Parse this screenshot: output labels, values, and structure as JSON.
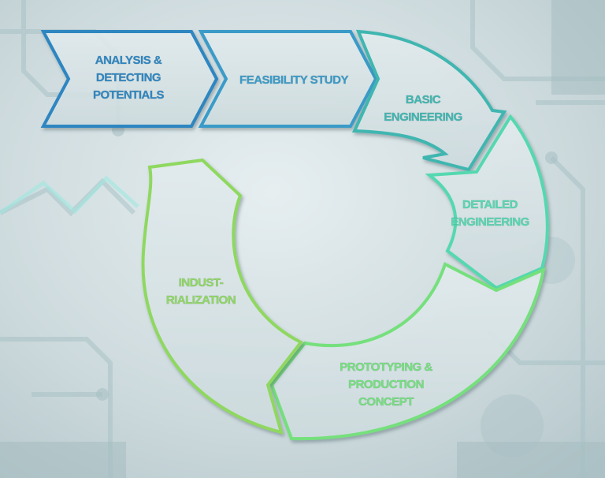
{
  "stages": [
    {
      "id": "analysis",
      "lines": [
        "ANALYSIS &",
        "DETECTING",
        "POTENTIALS"
      ],
      "color": "#2e86c1"
    },
    {
      "id": "feasibility",
      "lines": [
        "FEASIBILITY STUDY"
      ],
      "color": "#3a9bc8"
    },
    {
      "id": "basic",
      "lines": [
        "BASIC",
        "ENGINEERING"
      ],
      "color": "#3fb6b0"
    },
    {
      "id": "detailed",
      "lines": [
        "DETAILED",
        "ENGINEERING"
      ],
      "color": "#55d8b0"
    },
    {
      "id": "prototyping",
      "lines": [
        "PROTOTYPING &",
        "PRODUCTION",
        "CONCEPT"
      ],
      "color": "#74e07c"
    },
    {
      "id": "industrialization",
      "lines": [
        "INDUST-",
        "RIALIZATION"
      ],
      "color": "#8fd860"
    }
  ]
}
